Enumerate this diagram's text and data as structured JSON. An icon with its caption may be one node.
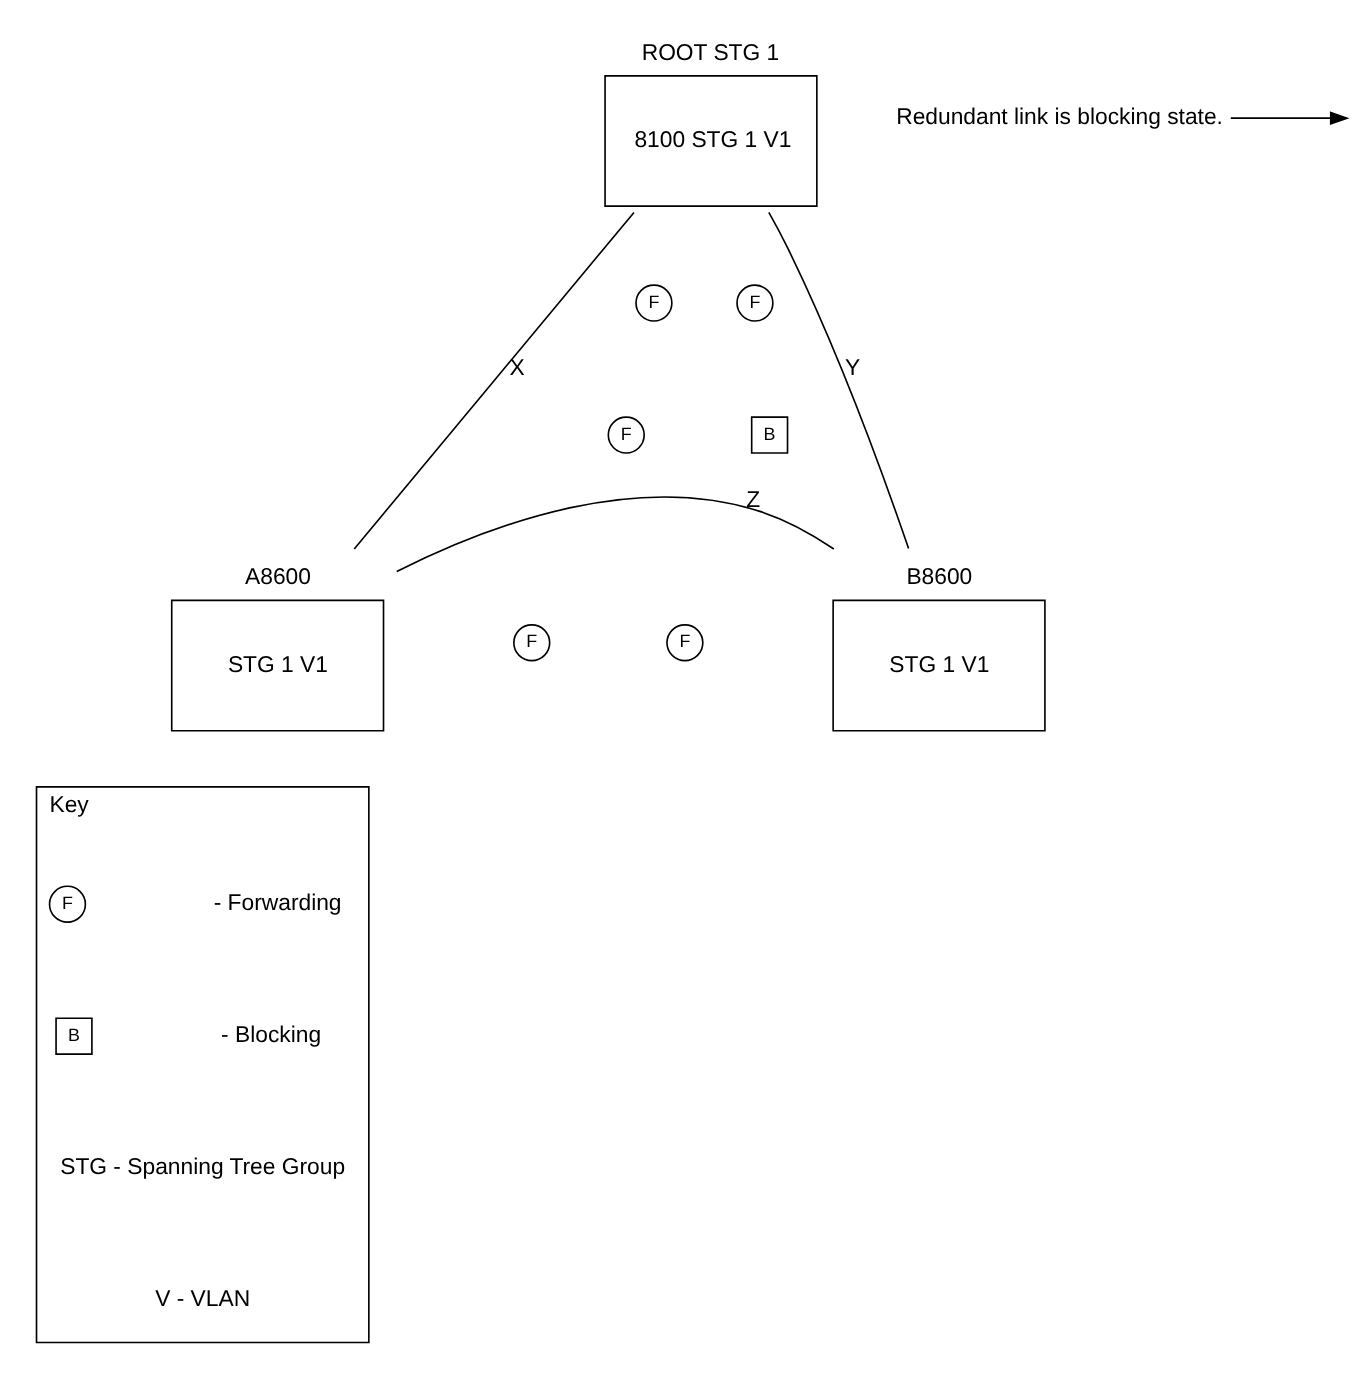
{
  "diagram": {
    "nodes": [
      {
        "text": [
          "ROOT STG 1",
          "8100 STG 1 V1"
        ]
      },
      {
        "text": [
          "F"
        ]
      },
      {
        "text": [
          "F"
        ]
      },
      {
        "text": [
          "Redundant link is blocking state."
        ]
      },
      {
        "text": [
          "F"
        ]
      },
      {
        "text": [
          "B"
        ]
      },
      {
        "text": [
          "A8600",
          "STG 1 V1"
        ]
      },
      {
        "text": [
          "F"
        ]
      },
      {
        "text": [
          "F"
        ]
      },
      {
        "text": [
          "B8600",
          "STG 1 V1"
        ]
      },
      {
        "text": [
          "Key"
        ]
      },
      {
        "text": [
          "F"
        ],
        "in": 10
      },
      {
        "text": [
          "B"
        ],
        "in": 10
      }
    ],
    "edges": [
      {
        "from": 0,
        "to": 6,
        "arrow": "none",
        "label": "X"
      },
      {
        "from": 0,
        "to": 9,
        "arrow": "none",
        "label": "Y"
      },
      {
        "from": 6,
        "to": 9,
        "arrow": "none",
        "label": "Z"
      },
      {
        "from": 3,
        "to": null,
        "arrow": "to"
      }
    ],
    "legend": [
      {
        "text": "- Forwarding"
      },
      {
        "text": "- Blocking"
      },
      {
        "text": "STG - Spanning Tree Group"
      },
      {
        "text": "V - VLAN"
      }
    ]
  }
}
